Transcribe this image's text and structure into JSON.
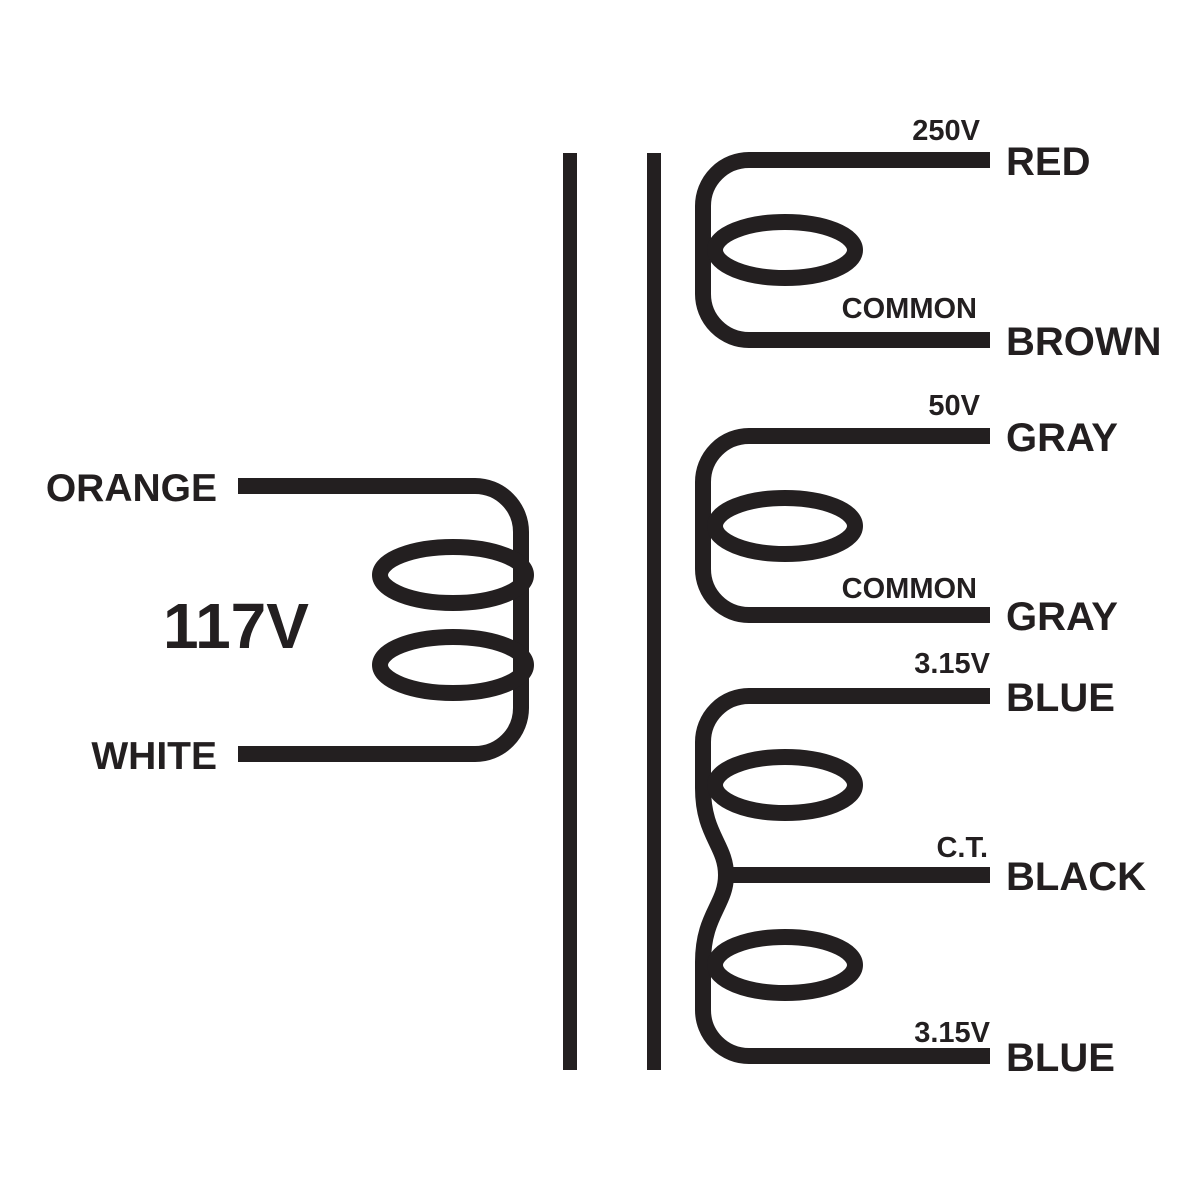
{
  "colors": {
    "line": "#231f20",
    "background": "#ffffff"
  },
  "primary": {
    "winding_voltage": "117V",
    "leads": {
      "top": "ORANGE",
      "bottom": "WHITE"
    }
  },
  "secondaries": [
    {
      "taps": {
        "top": "250V",
        "bottom": "COMMON"
      },
      "leads": {
        "top": "RED",
        "bottom": "BROWN"
      }
    },
    {
      "taps": {
        "top": "50V",
        "bottom": "COMMON"
      },
      "leads": {
        "top": "GRAY",
        "bottom": "GRAY"
      }
    },
    {
      "taps": {
        "top": "3.15V",
        "middle": "C.T.",
        "bottom": "3.15V"
      },
      "leads": {
        "top": "BLUE",
        "middle": "BLACK",
        "bottom": "BLUE"
      }
    }
  ]
}
